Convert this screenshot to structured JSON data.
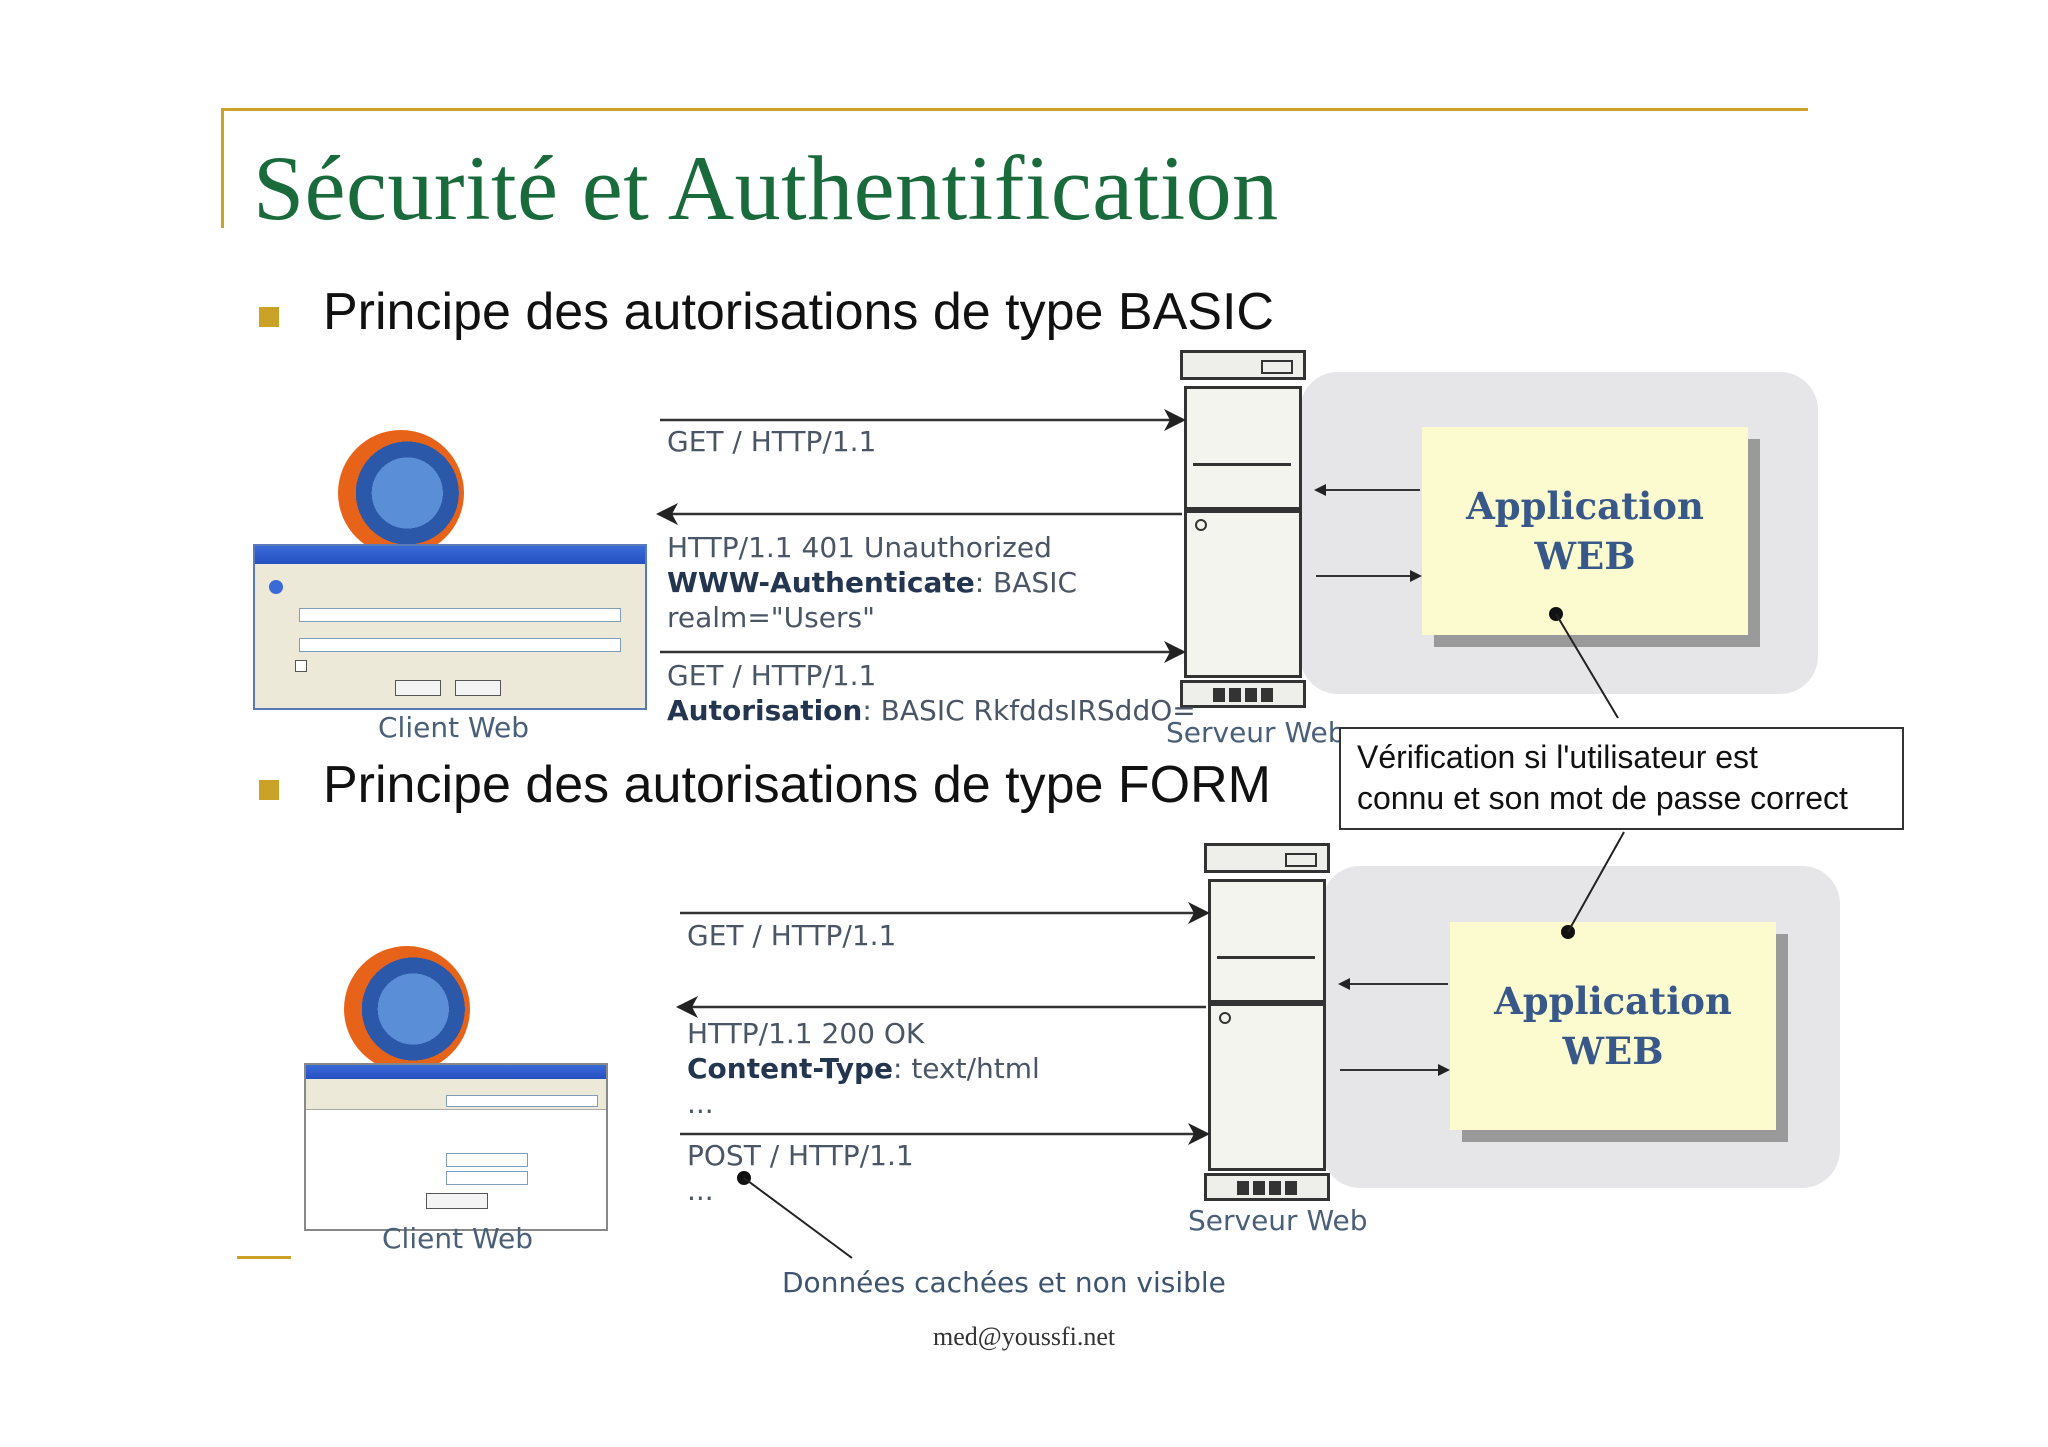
{
  "slide": {
    "title": "Sécurité et  Authentification",
    "footer": "med@youssfi.net"
  },
  "basic": {
    "heading": "Principe des autorisations de type BASIC",
    "client_label": "Client Web",
    "server_label": "Serveur Web",
    "app_line1": "Application",
    "app_line2": "WEB",
    "req1": "GET / HTTP/1.1",
    "resp_line1": "HTTP/1.1 401 Unauthorized",
    "resp_header_name": "WWW-Authenticate",
    "resp_header_value": ": BASIC",
    "resp_line3": "realm=\"Users\"",
    "req2": "GET / HTTP/1.1",
    "req2_header_name": "Autorisation",
    "req2_header_value": ": BASIC RkfddsIRSddO="
  },
  "note": {
    "line1": "Vérification si l'utilisateur est",
    "line2": "connu et son mot de passe correct"
  },
  "form": {
    "heading": "Principe des autorisations de type FORM",
    "client_label": "Client Web",
    "server_label": "Serveur Web",
    "app_line1": "Application",
    "app_line2": "WEB",
    "req1": "GET / HTTP/1.1",
    "resp_line1": "HTTP/1.1 200 OK",
    "resp_header_name": "Content-Type",
    "resp_header_value": ": text/html",
    "resp_line3": "...",
    "req2": "POST / HTTP/1.1",
    "req2_line2": "...",
    "hidden_note": "Données cachées et non visible"
  },
  "colors": {
    "title": "#1a6b3c",
    "accent": "#c9a227",
    "app_box": "#fbfbcf",
    "panel": "#e6e6e8"
  }
}
